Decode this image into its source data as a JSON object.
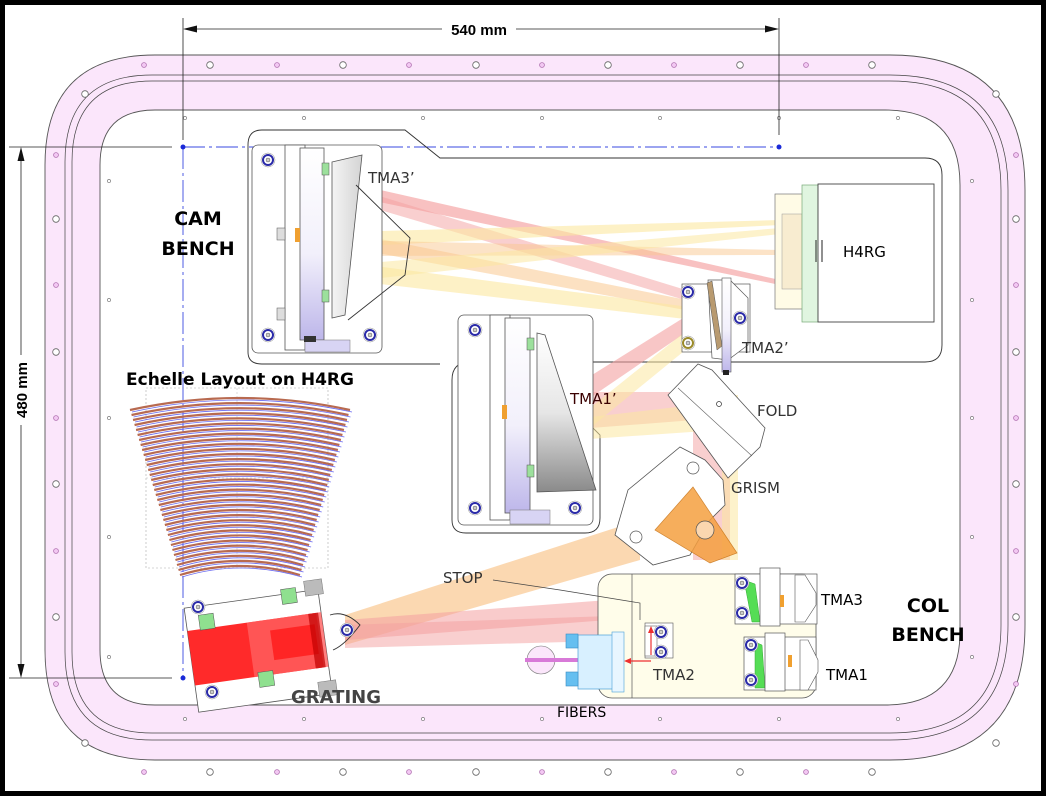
{
  "figure": {
    "title": "Spectrograph optical bench layout",
    "dimensions": {
      "width_label": "540 mm",
      "height_label": "480 mm"
    },
    "benches": {
      "camera": [
        "CAM",
        "BENCH"
      ],
      "collimator": [
        "COL",
        "BENCH"
      ]
    },
    "inset": {
      "title": "Echelle Layout on H4RG",
      "orders_count": 34
    },
    "components": {
      "tma3_prime": "TMA3’",
      "tma2_prime": "TMA2’",
      "tma1_prime": "TMA1’",
      "h4rg": "H4RG",
      "fold": "FOLD",
      "grism": "GRISM",
      "stop": "STOP",
      "tma3": "TMA3",
      "tma2": "TMA2",
      "tma1": "TMA1",
      "fibers": "FIBERS",
      "grating": "GRATING"
    },
    "colors": {
      "frame_fill": "#fbe6fb",
      "frame_hole": "#b070b0",
      "beam_red": "#f4a0a0",
      "beam_yellow": "#fbe7a0",
      "beam_orange": "#f9c890",
      "grating_red": "#ff2a2a",
      "grism_orange": "#f5a040",
      "screw_blue": "#2a2aa8",
      "green_pad": "#8fe08f",
      "col_bench_fill": "#fffdea",
      "datum_blue": "#2c3cd8"
    }
  }
}
